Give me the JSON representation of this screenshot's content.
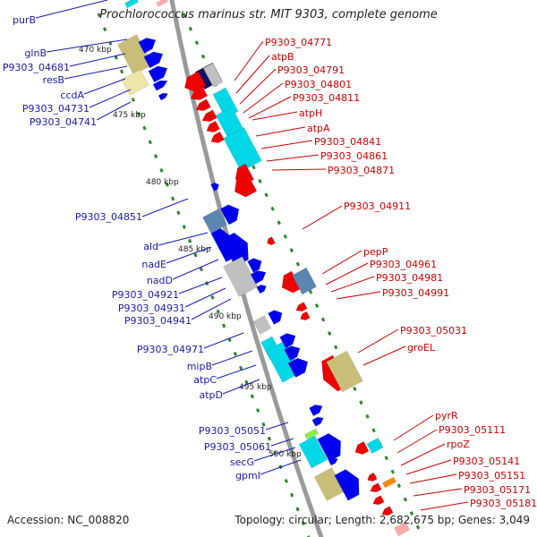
{
  "header": {
    "title": "Prochlorococcus marinus str. MIT 9303, complete genome"
  },
  "footer": {
    "accession": "Accession: NC_008820",
    "topology": "Topology: circular; Length: 2,682,675 bp; Genes: 3,049"
  },
  "colors": {
    "backbone": "#999999",
    "left_labels": "#1a1aaa",
    "right_labels": "#cc0000",
    "ticks": "#2a8a2a",
    "forward_cds": "#0000ee",
    "reverse_cds": "#ee0000",
    "cog_cyan": "#00d8e8",
    "cog_khaki": "#c8be78",
    "cog_paleyellow": "#eee6a8",
    "cog_slateblue": "#5a86b0",
    "cog_grey": "#c0c0c0",
    "cog_orange": "#ff8800",
    "cog_green": "#88ee44"
  },
  "scale_labels": [
    "470 kbp",
    "475 kbp",
    "480 kbp",
    "485 kbp",
    "490 kbp",
    "495 kbp",
    "500 kbp"
  ],
  "left_labels": [
    "purB",
    "glnB",
    "P9303_04681",
    "resB",
    "ccdA",
    "P9303_04731",
    "P9303_04741",
    "P9303_04851",
    "ald",
    "nadE",
    "nadD",
    "P9303_04921",
    "P9303_04931",
    "P9303_04941",
    "P9303_04971",
    "mipB",
    "atpC",
    "atpD",
    "P9303_05051",
    "P9303_05061",
    "secG",
    "gpmI"
  ],
  "right_labels": [
    "P9303_04771",
    "atpB",
    "P9303_04791",
    "P9303_04801",
    "P9303_04811",
    "atpH",
    "atpA",
    "P9303_04841",
    "P9303_04861",
    "P9303_04871",
    "P9303_04911",
    "pepP",
    "P9303_04961",
    "P9303_04981",
    "P9303_04991",
    "P9303_05031",
    "groEL",
    "pyrR",
    "P9303_05111",
    "rpoZ",
    "P9303_05141",
    "P9303_05151",
    "P9303_05171",
    "P9303_05181"
  ]
}
